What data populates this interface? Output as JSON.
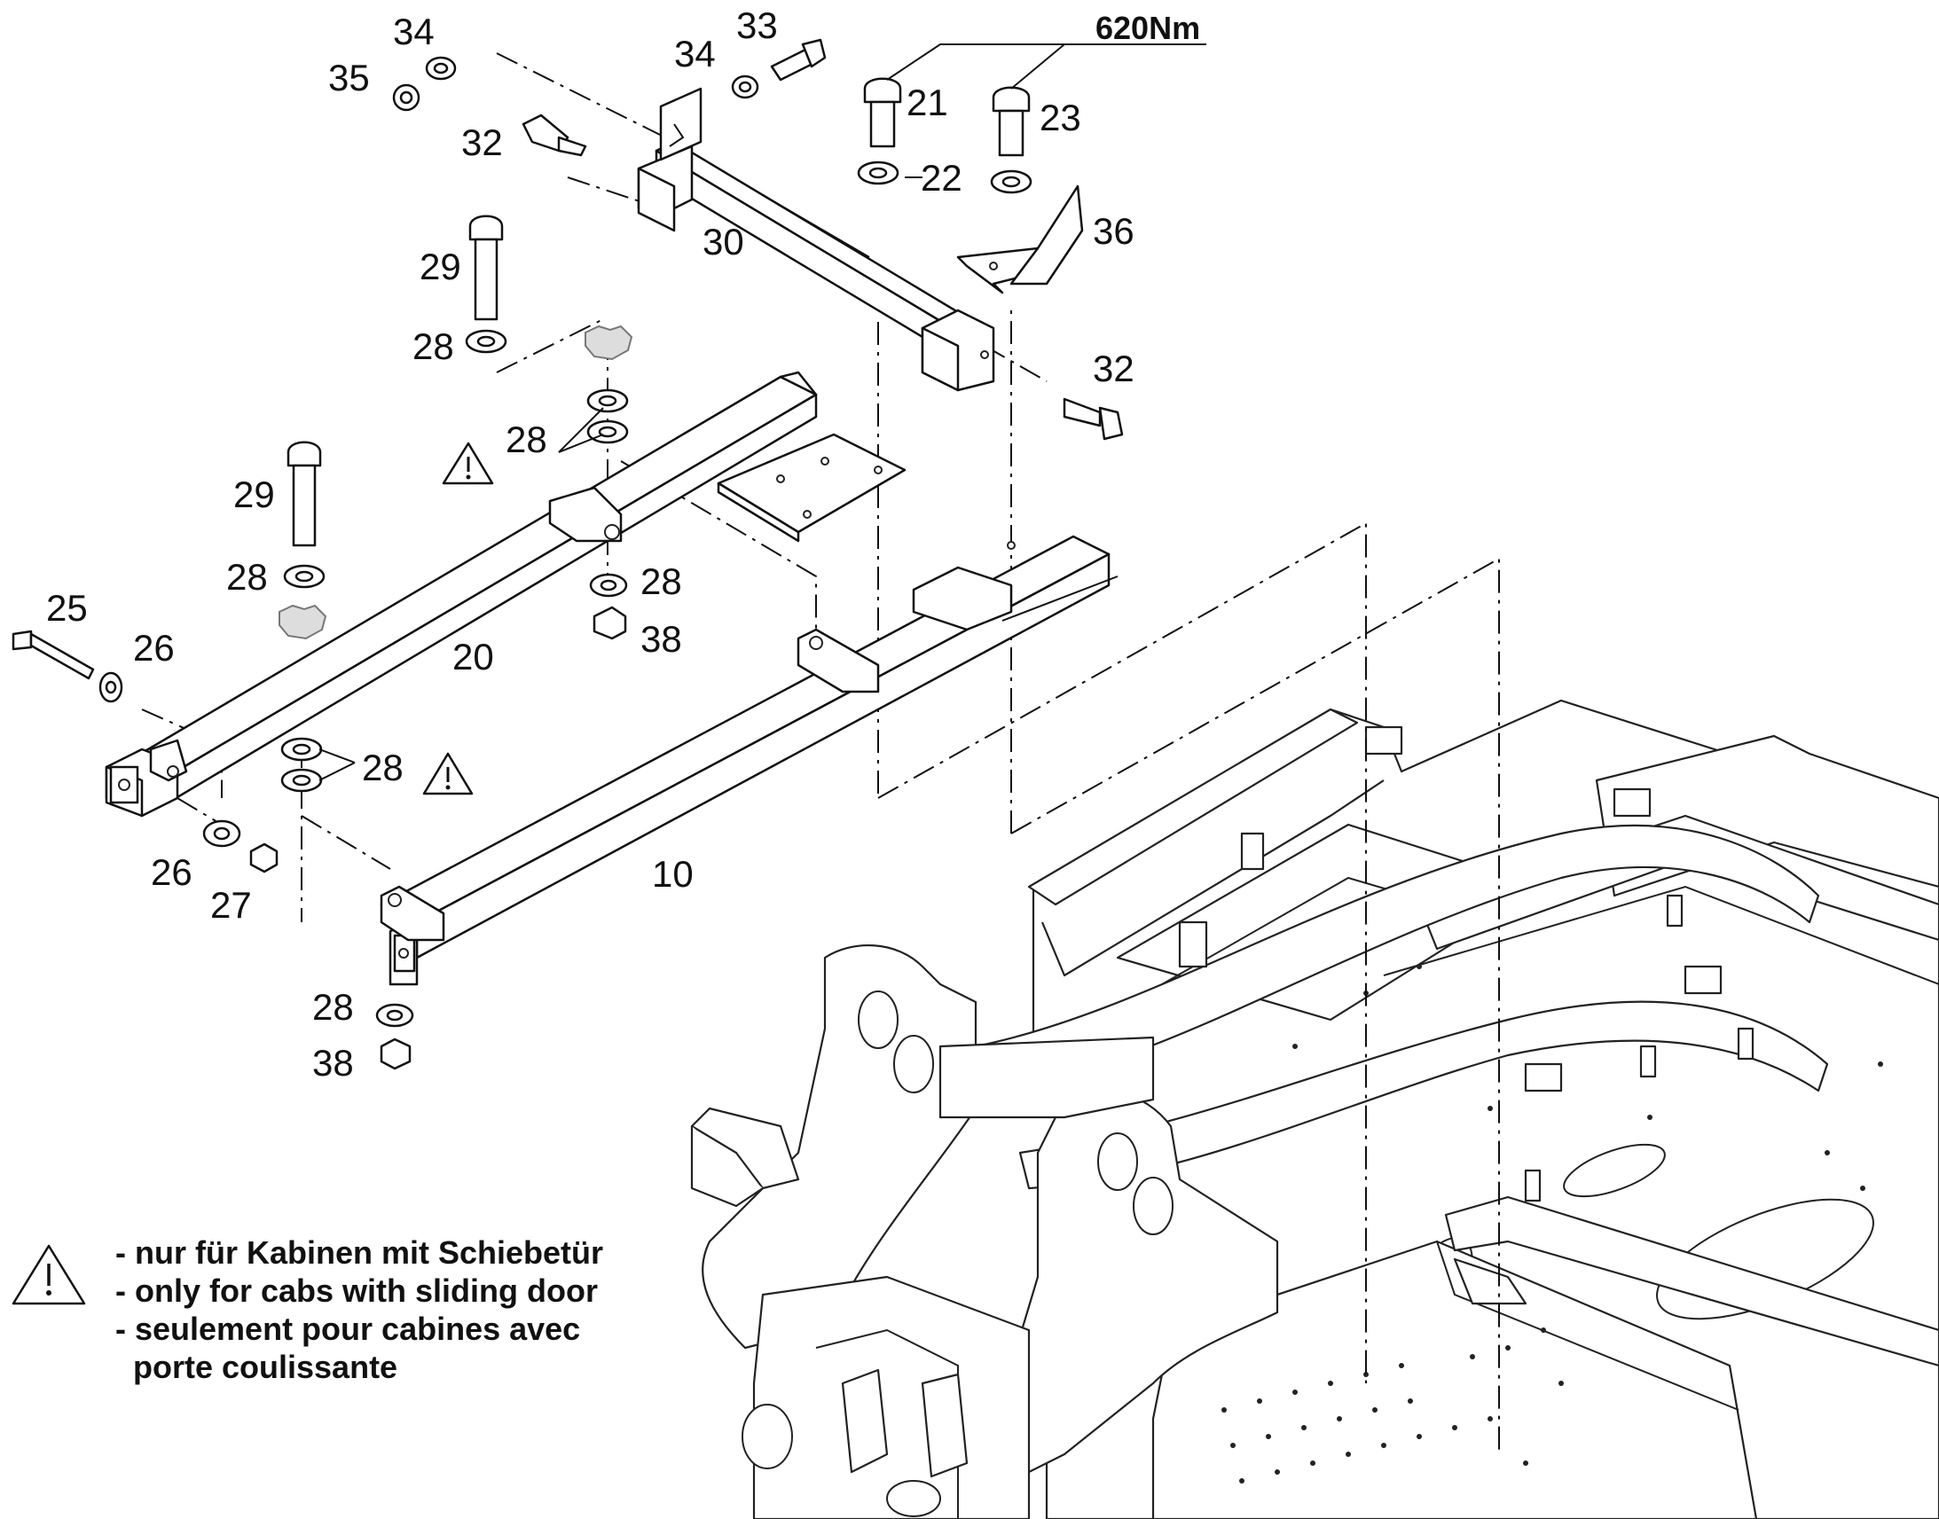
{
  "torque_label": "620Nm",
  "callouts": {
    "c34a": "34",
    "c33": "33",
    "c35": "35",
    "c34b": "34",
    "c32a": "32",
    "c21": "21",
    "c23": "23",
    "c22": "22",
    "c30": "30",
    "c36": "36",
    "c29a": "29",
    "c28a": "28",
    "c32b": "32",
    "c28b": "28",
    "c29b": "29",
    "c28c": "28",
    "c28d": "28",
    "c38a": "38",
    "c25": "25",
    "c26a": "26",
    "c20": "20",
    "c28e": "28",
    "c26b": "26",
    "c27": "27",
    "c10": "10",
    "c28f": "28",
    "c38b": "38"
  },
  "note": {
    "line1": "- nur für Kabinen mit Schiebetür",
    "line2": "- only for cabs with sliding door",
    "line3": "- seulement pour cabines avec",
    "line4": "porte coulissante"
  }
}
